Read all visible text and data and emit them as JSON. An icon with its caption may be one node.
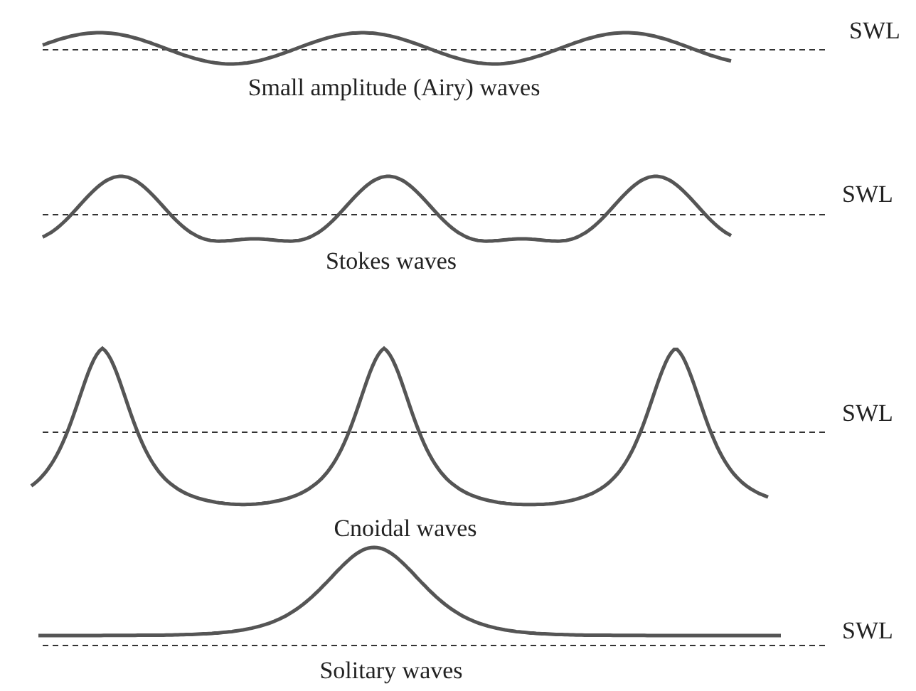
{
  "diagram": {
    "labels": [
      "SWL",
      "Small amplitude (Airy) waves",
      "SWL",
      "Stokes waves",
      "SWL",
      "Cnoidal waves",
      "SWL",
      "Solitary waves"
    ]
  }
}
